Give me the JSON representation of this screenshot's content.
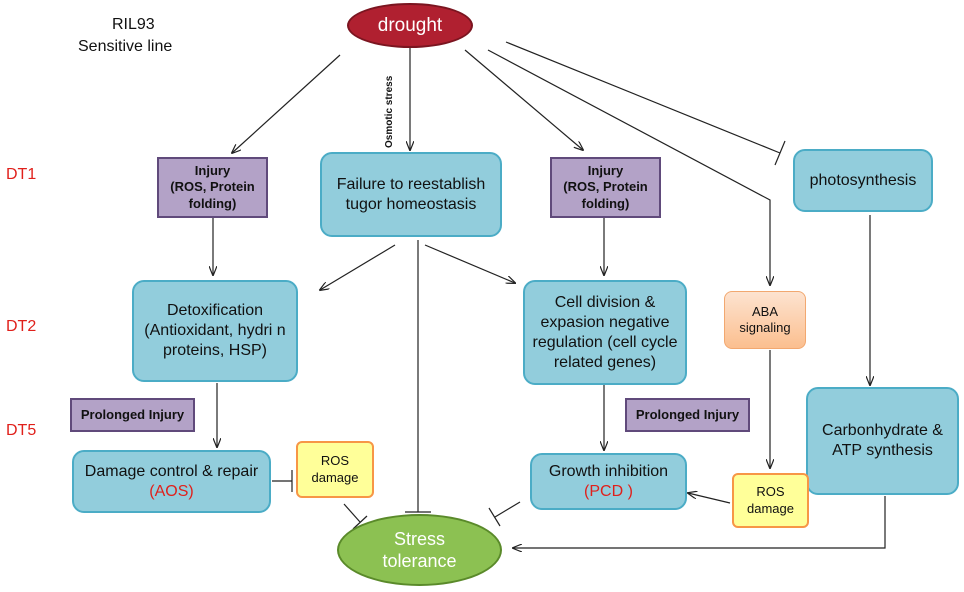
{
  "header": {
    "line": "RIL93",
    "type": "Sensitive line"
  },
  "time_points": [
    "DT1",
    "DT2",
    "DT5"
  ],
  "drought": "drought",
  "osmotic_stress": "Osmotic stress",
  "injury_1": {
    "title": "Injury",
    "detail": "(ROS, Protein folding)"
  },
  "injury_2": {
    "title": "Injury",
    "detail": "(ROS, Protein folding)"
  },
  "failure_tugor": "Failure to reestablish tugor homeostasis",
  "photosynthesis": "photosynthesis",
  "detoxification": "Detoxification (Antioxidant, hydri n proteins, HSP)",
  "cell_division": "Cell division & expasion  negative regulation (cell cycle  related genes)",
  "aba_signaling": "ABA signaling",
  "prolonged_injury_1": "Prolonged Injury",
  "prolonged_injury_2": "Prolonged Injury",
  "carbohydrate": "Carbonhydrate & ATP synthesis",
  "damage_control": {
    "text": "Damage control & repair",
    "highlight": "(AOS)"
  },
  "ros_damage_1": "ROS damage",
  "growth_inhibition": {
    "text": "Growth inhibition",
    "highlight": "(PCD )"
  },
  "ros_damage_2": "ROS damage",
  "stress_tolerance": [
    "Stress",
    "tolerance"
  ],
  "colors": {
    "time_point": "#e0201b",
    "box_blue": "#92cddc",
    "box_purple": "#b3a2c7",
    "box_yellow": "#ffff99",
    "drought": "#b02030",
    "tolerance": "#8cc152"
  }
}
